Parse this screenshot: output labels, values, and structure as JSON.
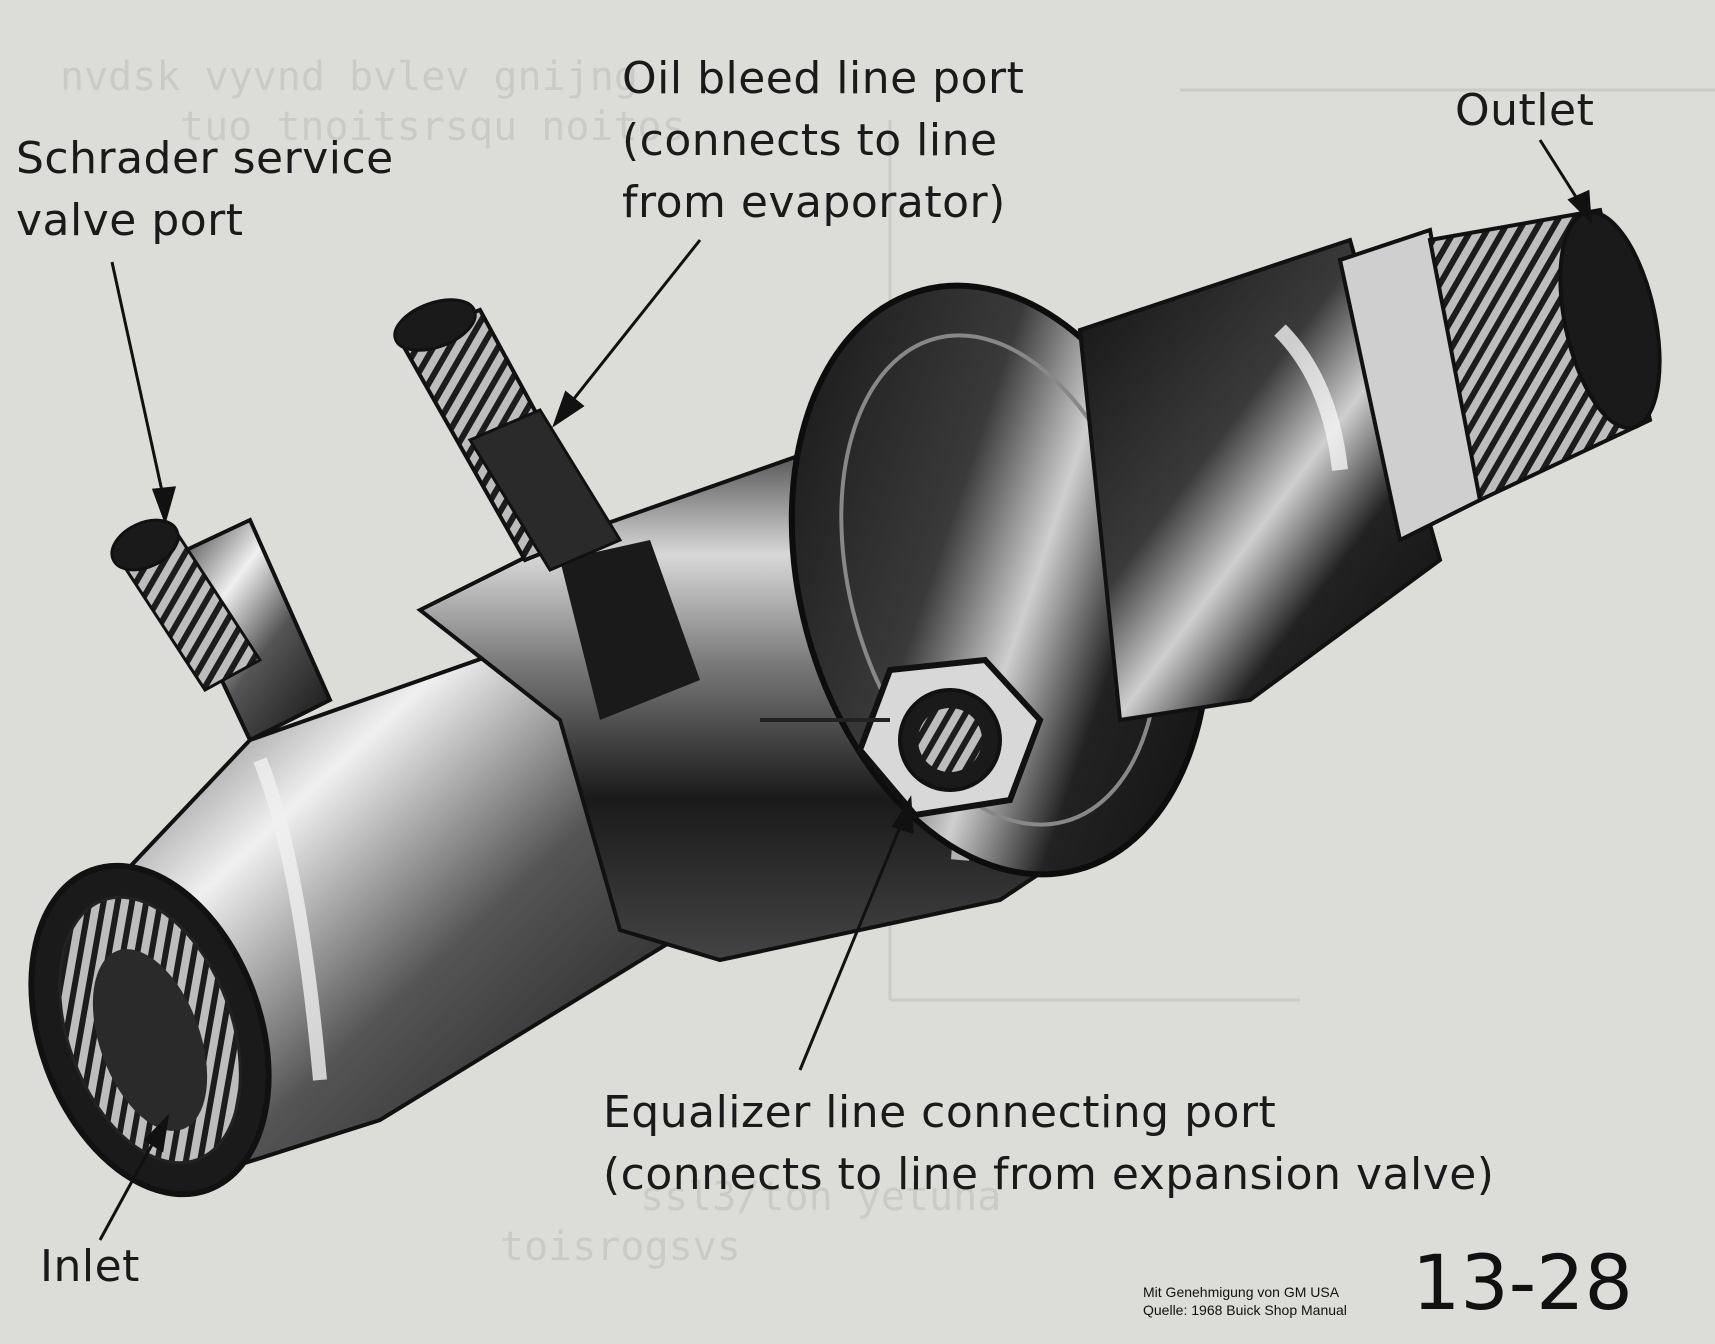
{
  "labels": {
    "schrader": [
      "Schrader service",
      "valve port"
    ],
    "oil_bleed": [
      "Oil bleed line port",
      "(connects to line",
      "from evaporator)"
    ],
    "outlet": "Outlet",
    "equalizer": [
      "Equalizer line connecting port",
      "(connects to line from expansion valve)"
    ],
    "inlet": "Inlet"
  },
  "credit": {
    "line1": "Mit Genehmigung von GM USA",
    "line2": "Quelle: 1968 Buick Shop Manual"
  },
  "figure_number": "13-28",
  "colors": {
    "paper": "#dcdcd8",
    "ink": "#111111",
    "metal_dark": "#1c1c1c",
    "metal_mid": "#6a6a6a",
    "metal_light": "#e8e8e8"
  }
}
